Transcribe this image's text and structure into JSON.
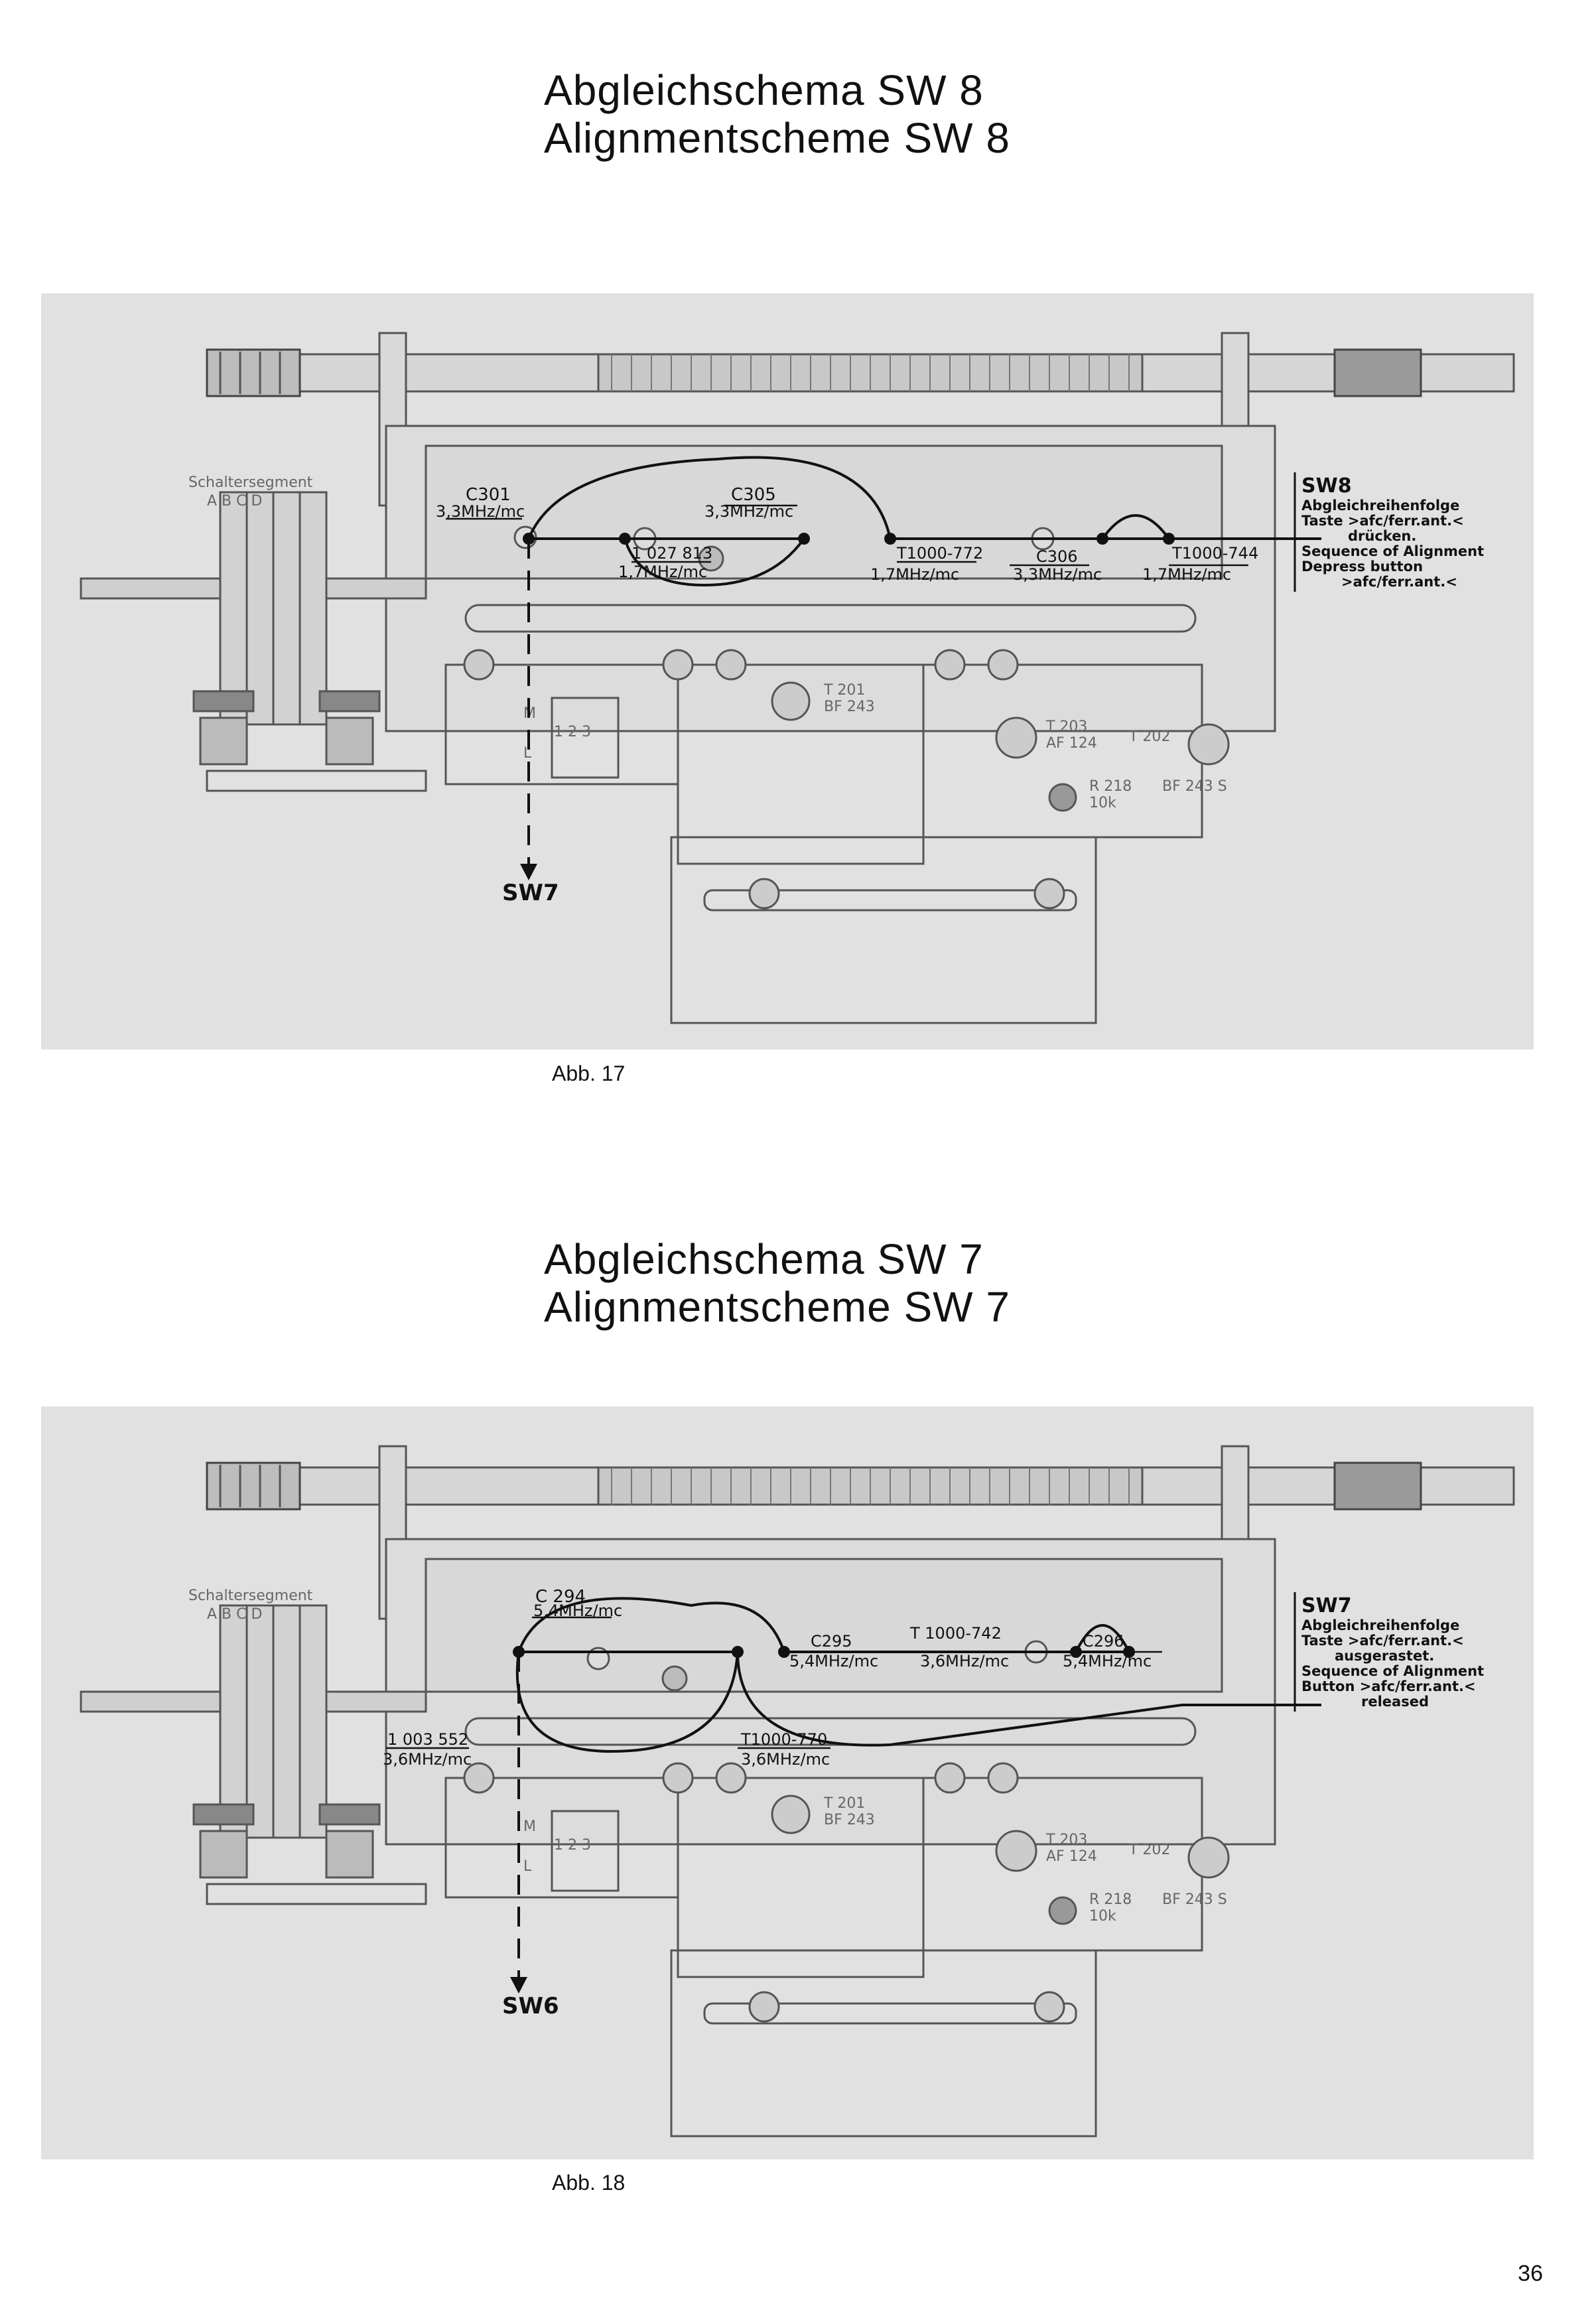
{
  "page_number": "36",
  "figures": [
    {
      "title_de": "Abgleichschema SW 8",
      "title_en": "Alignmentscheme SW 8",
      "caption": "Abb. 17",
      "switch_segment_label": "Schaltersegment",
      "switch_letters": "A  B  C  D",
      "exit_label": "SW7",
      "sequence_box": {
        "title": "SW8",
        "lines": [
          "Abgleichreihenfolge",
          "Taste >afc/ferr.ant.<",
          "drücken.",
          "Sequence of Alignment",
          "Depress button",
          ">afc/ferr.ant.<"
        ]
      },
      "components": {
        "c301": "C301",
        "c301_freq": "3,3MHz/mc",
        "c305": "C305",
        "c305_freq": "3,3MHz/mc",
        "l1027": "1 027 813",
        "l1027_freq": "1,7MHz/mc",
        "t772": "T1000-772",
        "t772_freq": "1,7MHz/mc",
        "c306": "C306",
        "c306_freq": "3,3MHz/mc",
        "t744": "T1000-744",
        "t744_freq": "1,7MHz/mc"
      },
      "parts": {
        "t201": "T 201",
        "bf243": "BF 243",
        "t203": "T 203",
        "af124": "AF 124",
        "t202": "T 202",
        "r218": "R 218",
        "r218_val": "10k",
        "bf243s": "BF 243 S",
        "sw_m": "M",
        "sw_l": "L",
        "sw_nums": "1 2 3"
      }
    },
    {
      "title_de": "Abgleichschema SW 7",
      "title_en": "Alignmentscheme SW 7",
      "caption": "Abb. 18",
      "switch_segment_label": "Schaltersegment",
      "switch_letters": "A  B  C  D",
      "exit_label": "SW6",
      "sequence_box": {
        "title": "SW7",
        "lines": [
          "Abgleichreihenfolge",
          "Taste >afc/ferr.ant.<",
          "ausgerastet.",
          "Sequence of Alignment",
          "Button >afc/ferr.ant.<",
          "released"
        ]
      },
      "components": {
        "c294": "C 294",
        "c294_freq": "5,4MHz/mc",
        "c295": "C295",
        "c295_freq": "5,4MHz/mc",
        "t742": "T 1000-742",
        "t742_freq": "3,6MHz/mc",
        "c296": "C296",
        "c296_freq": "5,4MHz/mc",
        "l1003": "1 003 552",
        "l1003_freq": "3,6MHz/mc",
        "t770": "T1000-770",
        "t770_freq": "3,6MHz/mc"
      },
      "parts": {
        "t201": "T 201",
        "bf243": "BF 243",
        "t203": "T 203",
        "af124": "AF 124",
        "t202": "T 202",
        "r218": "R 218",
        "r218_val": "10k",
        "bf243s": "BF 243 S",
        "sw_m": "M",
        "sw_l": "L",
        "sw_nums": "1 2 3"
      }
    }
  ]
}
